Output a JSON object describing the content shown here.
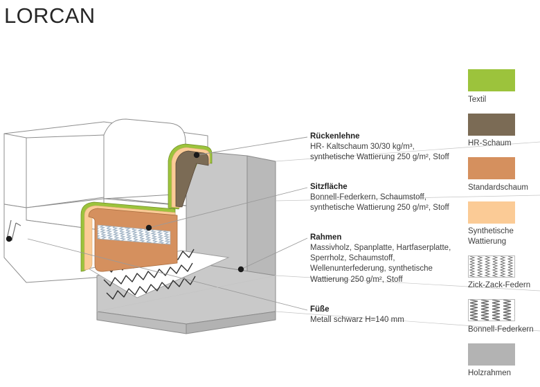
{
  "title": "LORCAN",
  "annotations": [
    {
      "id": "rueckenlehne",
      "heading": "Rückenlehne",
      "body": "HR- Kaltschaum 30/30 kg/m³, synthetische Wattierung 250 g/m², Stoff"
    },
    {
      "id": "sitzflaeche",
      "heading": "Sitzfläche",
      "body": "Bonnell-Federkern, Schaumstoff, synthetische Wattierung 250 g/m², Stoff"
    },
    {
      "id": "rahmen",
      "heading": "Rahmen",
      "body": "Massivholz, Spanplatte, Hartfaserplatte, Sperrholz, Schaumstoff, Wellenunterfederung, synthetische Wattierung 250 g/m², Stoff"
    },
    {
      "id": "fuesse",
      "heading": "Füße",
      "body": "Metall schwarz H=140 mm"
    }
  ],
  "legend": [
    {
      "label": "Textil",
      "swatch": "color",
      "color": "#9cc33c"
    },
    {
      "label": "HR-Schaum",
      "swatch": "color",
      "color": "#7b6b55"
    },
    {
      "label": "Standardschaum",
      "swatch": "color",
      "color": "#d5905e"
    },
    {
      "label": "Synthetische Wattierung",
      "swatch": "color",
      "color": "#fbcb96"
    },
    {
      "label": "Zick-Zack-Federn",
      "swatch": "pattern",
      "pattern": "zigzag"
    },
    {
      "label": "Bonnell-Federkern",
      "swatch": "pattern",
      "pattern": "bonnell"
    },
    {
      "label": "Holzrahmen",
      "swatch": "color",
      "color": "#b3b3b3"
    }
  ],
  "colors": {
    "textile": "#9cc33c",
    "hr_foam": "#7b6b55",
    "standard_foam": "#d5905e",
    "wadding": "#fbcb96",
    "wood_frame": "#b3b3b3",
    "outline": "#8a8a8a",
    "leader": "#9a9a9a"
  }
}
